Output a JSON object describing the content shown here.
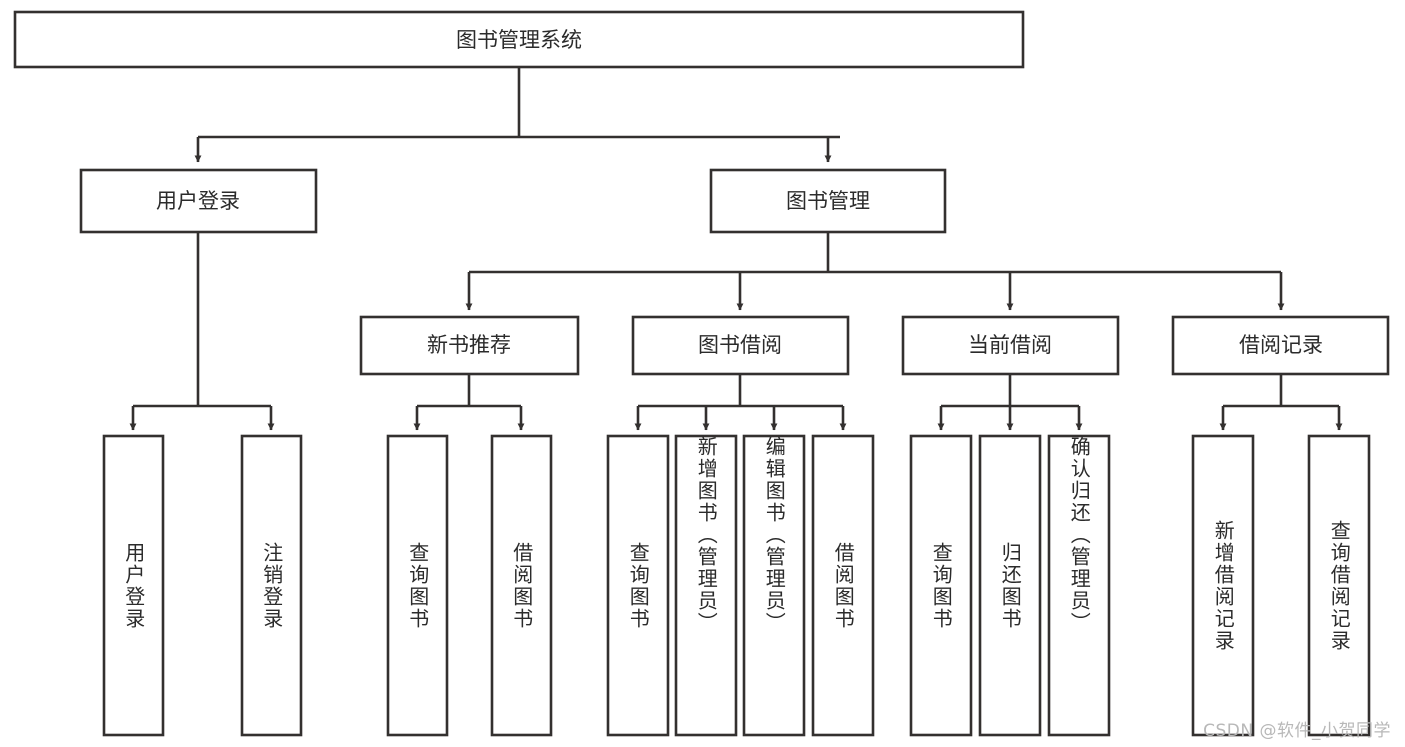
{
  "diagram": {
    "type": "tree",
    "title": "图书管理系统",
    "colors": {
      "box_stroke": "#33302f",
      "box_fill": "#ffffff",
      "text": "#2b2b2b",
      "connector": "#33302f",
      "watermark": "#b8b8b8",
      "background": "#ffffff"
    },
    "root": {
      "label": "图书管理系统"
    },
    "level2": [
      {
        "label": "用户登录"
      },
      {
        "label": "图书管理"
      }
    ],
    "level3": [
      {
        "label": "新书推荐"
      },
      {
        "label": "图书借阅"
      },
      {
        "label": "当前借阅"
      },
      {
        "label": "借阅记录"
      }
    ],
    "leaves": {
      "user_login": [
        {
          "label": "用户登录"
        },
        {
          "label": "注销登录"
        }
      ],
      "new_book_recommend": [
        {
          "label": "查询图书"
        },
        {
          "label": "借阅图书"
        }
      ],
      "book_borrow": [
        {
          "label": "查询图书"
        },
        {
          "label": "新增图书（管理员）"
        },
        {
          "label": "编辑图书（管理员）"
        },
        {
          "label": "借阅图书"
        }
      ],
      "current_borrow": [
        {
          "label": "查询图书"
        },
        {
          "label": "归还图书"
        },
        {
          "label": "确认归还（管理员）"
        }
      ],
      "borrow_record": [
        {
          "label": "新增借阅记录"
        },
        {
          "label": "查询借阅记录"
        }
      ]
    },
    "watermark": "CSDN @软件_小贺同学"
  }
}
